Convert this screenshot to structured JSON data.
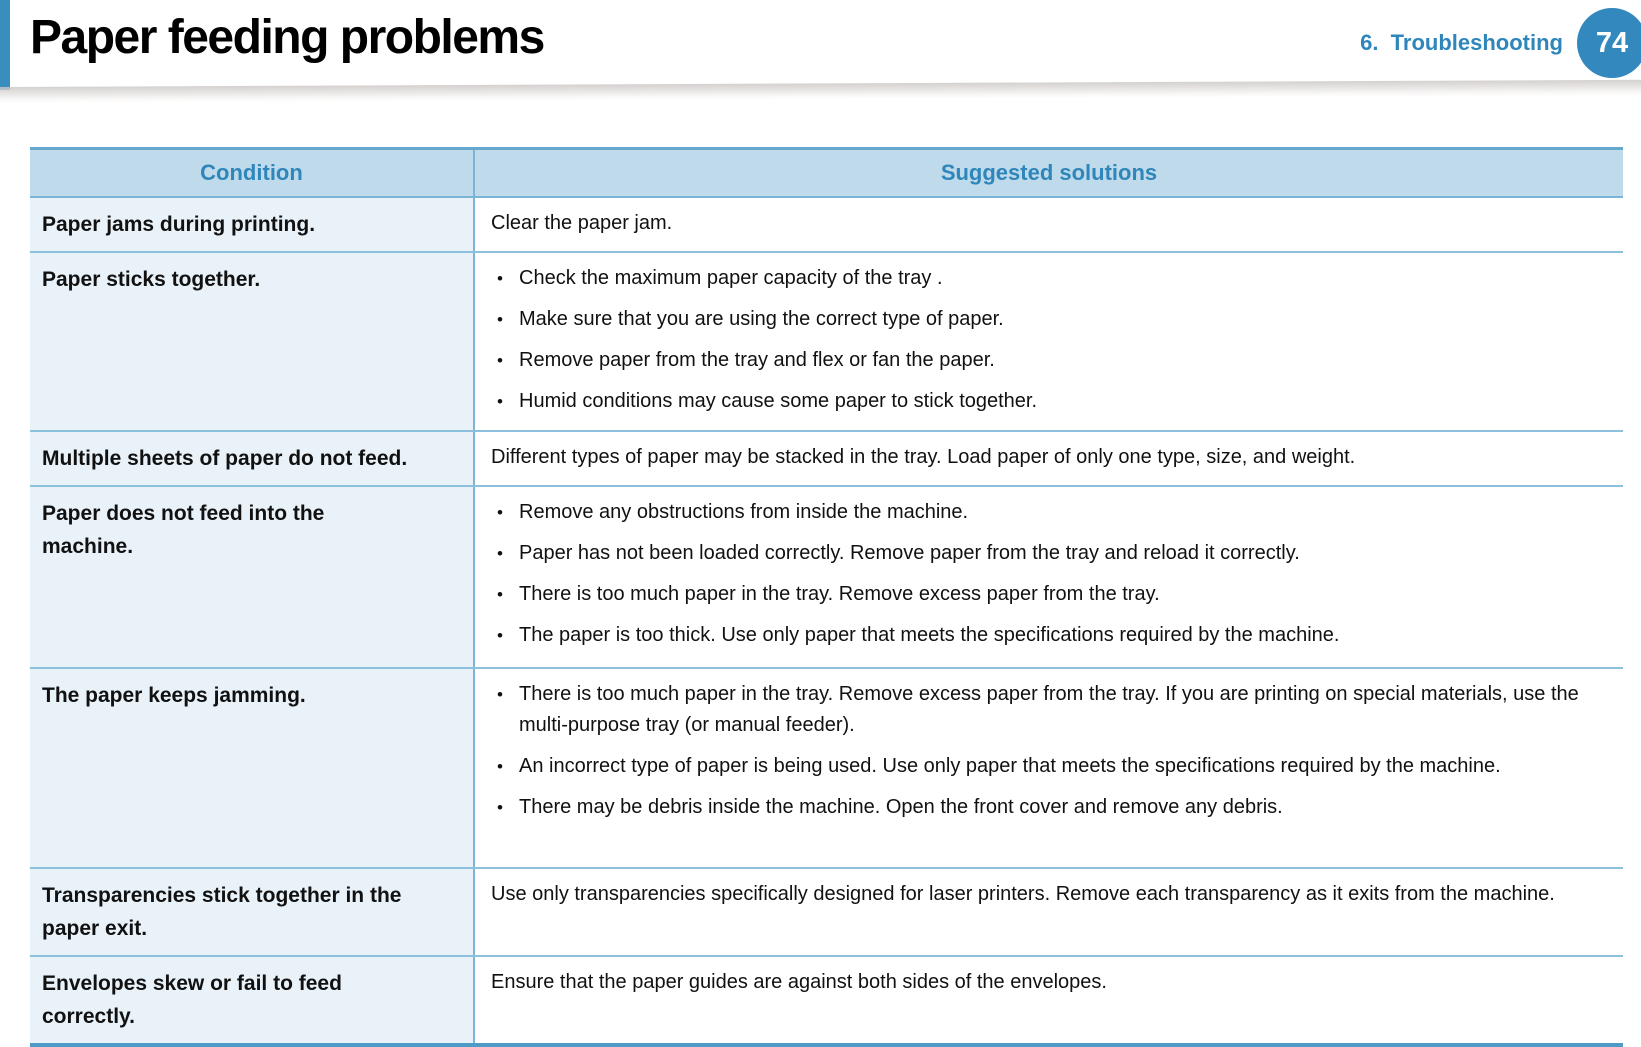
{
  "header": {
    "title": "Paper feeding problems",
    "chapter": "6.  Troubleshooting",
    "page_number": "74"
  },
  "icons": {
    "bullet": "•"
  },
  "colors": {
    "accent_blue": "#3A8EBE",
    "badge_blue": "#3389BE",
    "header_fill": "#BFDBEB",
    "header_text": "#2E86BB",
    "condition_fill": "#E9F2F9",
    "row_border": "#8CC0DC",
    "table_top_border": "#66A7CD"
  },
  "table": {
    "columns": [
      "Condition",
      "Suggested solutions"
    ],
    "rows": [
      {
        "condition": "Paper jams during printing.",
        "format": "text",
        "solutions": [
          "Clear the paper jam."
        ]
      },
      {
        "condition": "Paper sticks together.",
        "format": "bullets",
        "solutions": [
          "Check the maximum paper capacity of the tray .",
          "Make sure that you are using the correct type of paper.",
          "Remove paper from the tray and flex or fan the paper.",
          "Humid conditions may cause some paper to stick together."
        ]
      },
      {
        "condition": "Multiple sheets of paper do not feed.",
        "format": "text",
        "solutions": [
          "Different types of paper may be stacked in the tray. Load paper of only one type, size, and weight."
        ]
      },
      {
        "condition": "Paper does not feed into the machine.",
        "format": "bullets",
        "solutions": [
          "Remove any obstructions from inside the machine.",
          "Paper has not been loaded correctly. Remove paper from the tray and reload it correctly.",
          "There is too much paper in the tray. Remove excess paper from the tray.",
          "The paper is too thick. Use only paper that meets the specifications required by the machine."
        ]
      },
      {
        "condition": "The paper keeps jamming.",
        "format": "bullets",
        "solutions": [
          "There is too much paper in the tray. Remove excess paper from the tray. If you are printing on special materials, use the multi-purpose tray (or manual feeder).",
          "An incorrect type of paper is being used. Use only paper that meets the specifications required by the machine.",
          "There may be debris inside the machine. Open the front cover and remove any debris."
        ]
      },
      {
        "condition": "Transparencies stick together in the paper exit.",
        "format": "text",
        "solutions": [
          "Use only transparencies specifically designed for laser printers. Remove each transparency as it exits from the machine."
        ]
      },
      {
        "condition": "Envelopes skew or fail to feed correctly.",
        "format": "text",
        "solutions": [
          "Ensure that the paper guides are against both sides of the envelopes."
        ]
      }
    ]
  }
}
